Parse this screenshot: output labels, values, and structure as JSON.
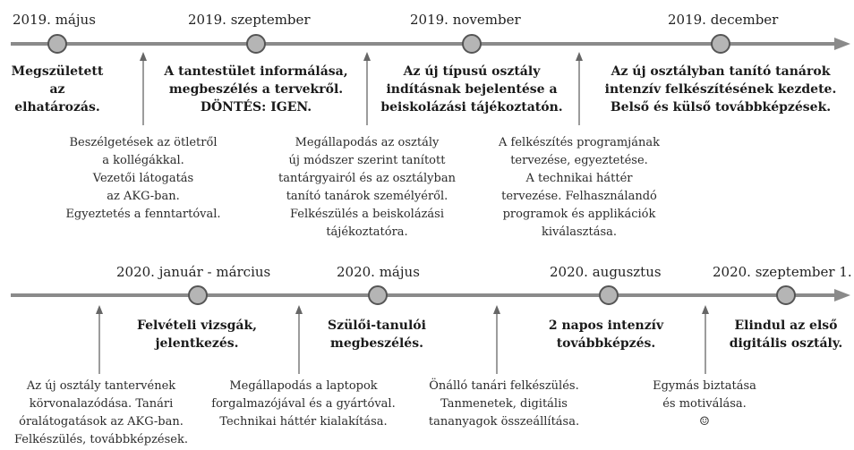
{
  "row1": {
    "dates": [
      "2019. május",
      "2019. szeptember",
      "2019. november",
      "2019. december"
    ],
    "milestones": [
      "Megszületett\naz elhatározás.",
      "A tantestület informálása,\nmegbeszélés a tervekről.\nDÖNTÉS: IGEN.",
      "Az új típusú osztály\nindításnak bejelentése a\nbeiskolázási tájékoztatón.",
      "Az új osztályban tanító tanárok\nintenzív felkészítésének kezdete.\nBelső és külső továbbképzések."
    ],
    "notes": [
      "Beszélgetések az ötletről\na kollégákkal.\nVezetői látogatás\naz AKG-ban.\nEgyeztetés a fenntartóval.",
      "Megállapodás az osztály\núj módszer szerint tanított\ntantárgyairól és az osztályban\ntanító tanárok személyéről.\nFelkészülés a beiskolázási\ntájékoztatóra.",
      "A felkészítés programjának\ntervezése, egyeztetése.\nA technikai háttér\ntervezése. Felhasználandó\nprogramok és applikációk\nkiválasztása."
    ]
  },
  "row2": {
    "dates": [
      "2020. január - március",
      "2020. május",
      "2020. augusztus",
      "2020. szeptember 1."
    ],
    "milestones": [
      "Felvételi vizsgák,\njelentkezés.",
      "Szülői-tanulói\nmegbeszélés.",
      "2 napos intenzív\ntovábbképzés.",
      "Elindul az első\ndigitális osztály."
    ],
    "notes": [
      "Az új osztály tantervének\nkörvonalazódása. Tanári\nóralátogatások az AKG-ban.\nFelkészülés, továbbképzések.",
      "Megállapodás a laptopok\nforgalmazójával és a gyártóval.\nTechnikai háttér kialakítása.",
      "Önálló tanári felkészülés.\nTanmenetek, digitális\ntananyagok összeállítása.",
      "Egymás biztatása\nés motiválása.\n☺"
    ]
  },
  "colors": {
    "line": "#8a8a8a",
    "node_fill": "#b5b5b5",
    "node_stroke": "#555555",
    "arrow": "#666666"
  }
}
